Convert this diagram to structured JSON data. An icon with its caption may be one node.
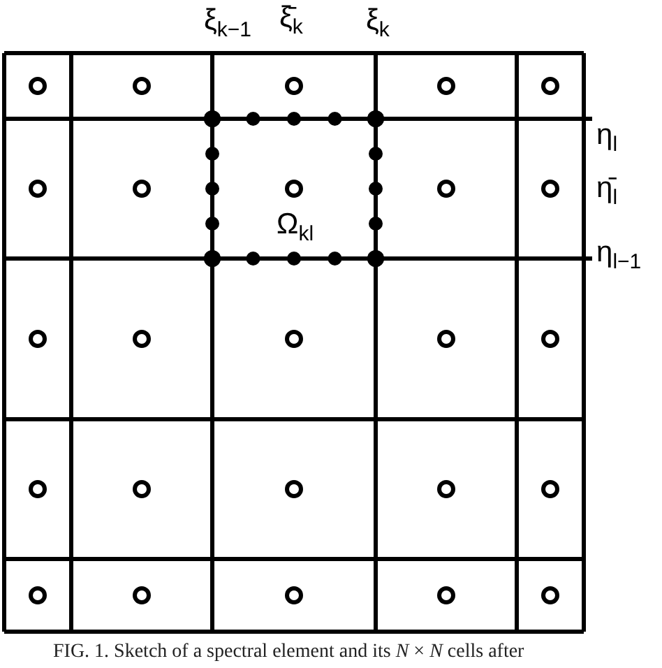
{
  "diagram": {
    "labels": [
      "ξ$_{k−1}$",
      "ξ̄$_{k}$",
      "ξ$_{k}$",
      "η$_{l}$",
      "η̄$_{l}$",
      "Ω$_{kl}$",
      "η$_{l−1}$"
    ],
    "caption": "FIG. 1. Sketch of a spectral element and its *N* × *N* cells after"
  }
}
